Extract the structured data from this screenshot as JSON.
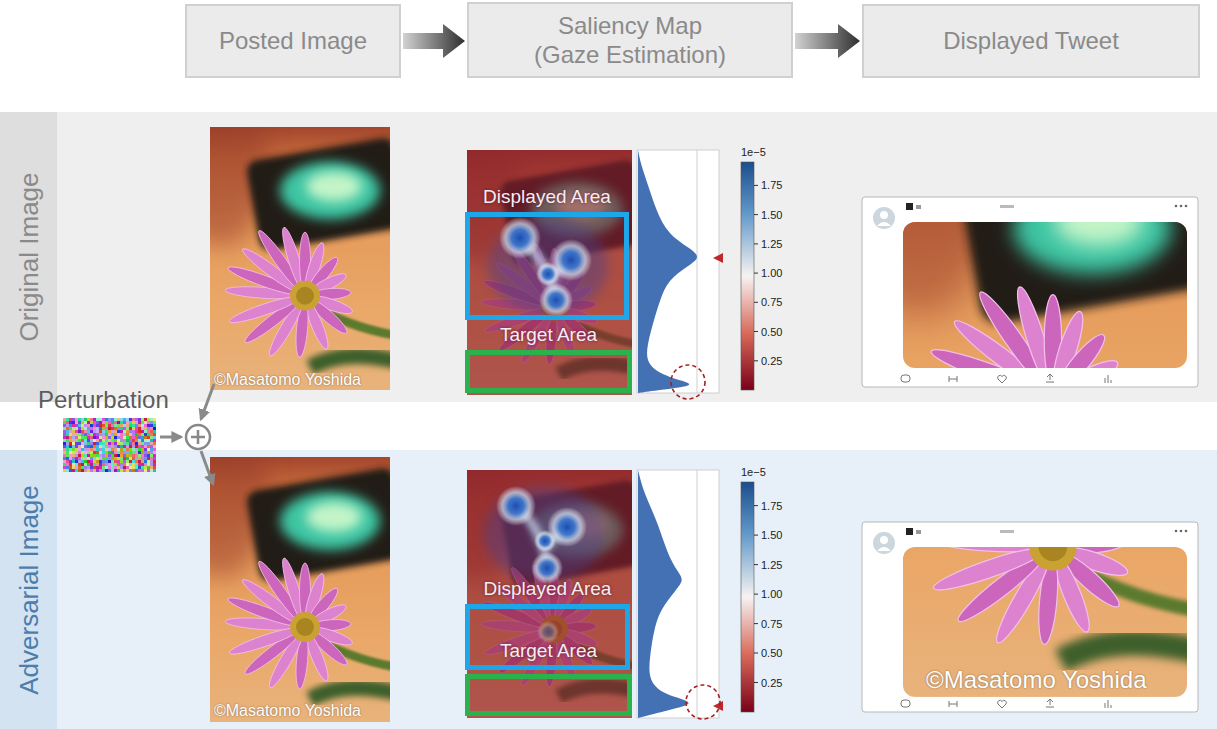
{
  "diagram": {
    "nodes": [
      {
        "text": [
          "Posted Image"
        ]
      },
      {
        "text": [
          "Saliency Map (Gaze Estimation)"
        ]
      },
      {
        "text": [
          "Displayed Tweet"
        ]
      },
      {
        "text": [
          "Original Image"
        ]
      },
      {
        "text": [
          "Displayed Area"
        ],
        "in": 3
      },
      {
        "text": [
          "Target Area"
        ],
        "in": 3
      },
      {
        "text": [
          "Adversarial Image"
        ]
      },
      {
        "text": [
          "Displayed Area"
        ],
        "in": 6
      },
      {
        "text": [
          "Target Area"
        ],
        "in": 6
      }
    ],
    "edges": [
      {
        "from": 0,
        "to": 1,
        "arrow": "to"
      },
      {
        "from": 1,
        "to": 2,
        "arrow": "to"
      }
    ],
    "labels": [
      "Perturbation",
      "©Masatomo Yoshida",
      "1e−5",
      "1.75",
      "1.50",
      "1.25",
      "1.00",
      "0.75",
      "0.50",
      "0.25",
      "©Masatomo Yoshida",
      "1e−5",
      "1.75",
      "1.50",
      "1.25",
      "1.00",
      "0.75",
      "0.50",
      "0.25",
      "©Masatomo Yoshida"
    ]
  }
}
